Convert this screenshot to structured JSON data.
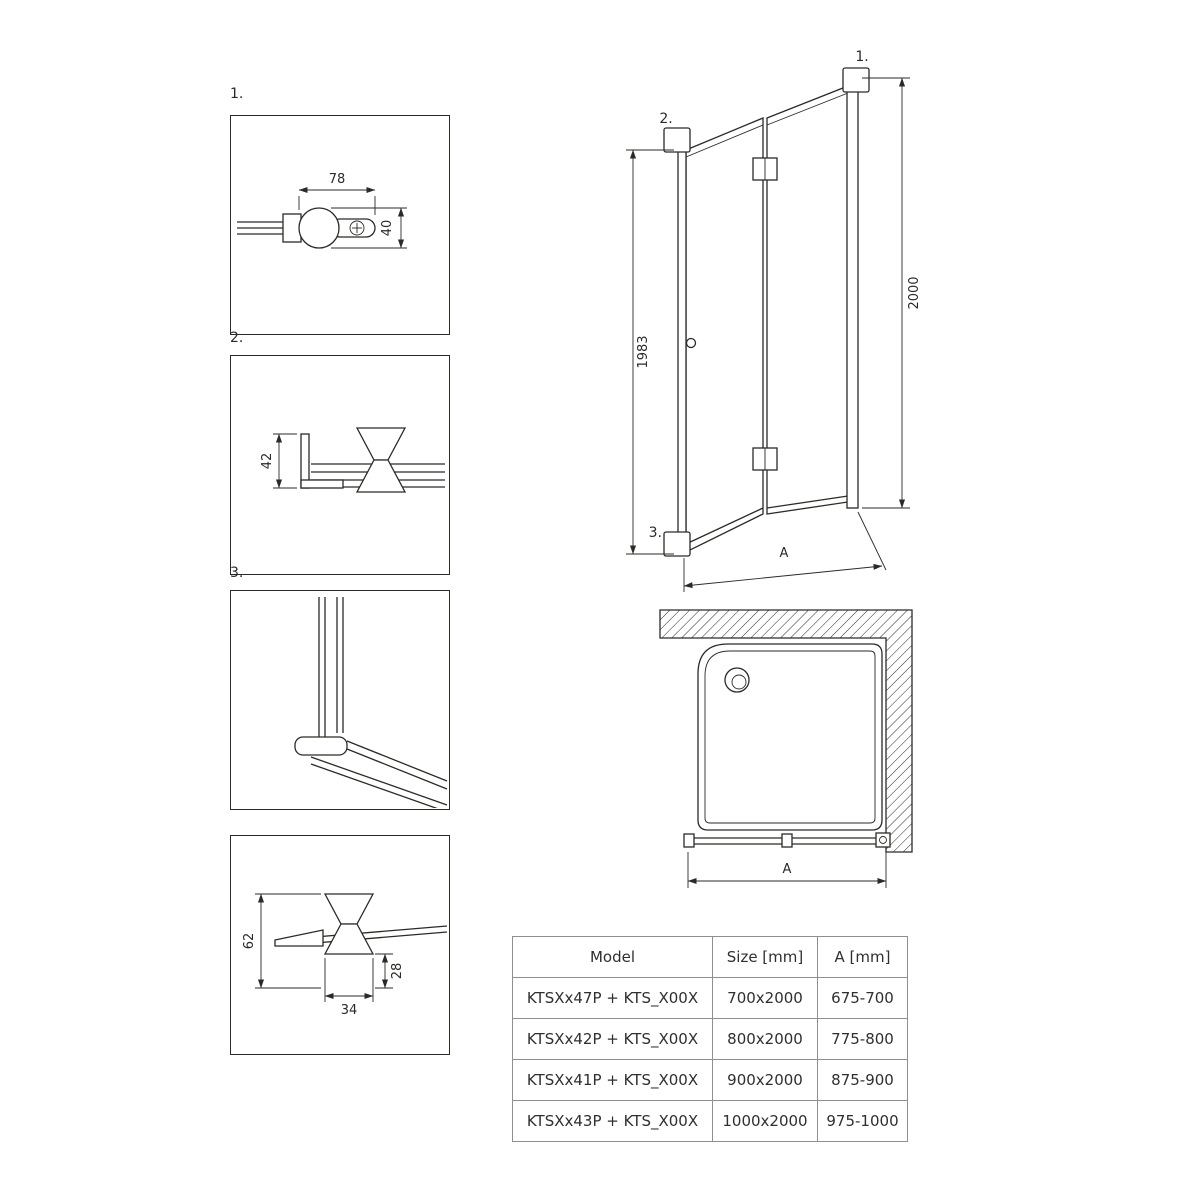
{
  "drawing": {
    "line_color": "#2d2a26",
    "background": "#ffffff"
  },
  "details": {
    "d1": {
      "label": "1.",
      "dim_width": "78",
      "dim_height": "40"
    },
    "d2": {
      "label": "2.",
      "dim_height": "42"
    },
    "d3": {
      "label": "3."
    },
    "d4": {
      "dim_total_height": "62",
      "dim_inner_height": "28",
      "dim_width": "34"
    }
  },
  "elevation": {
    "callout_1": "1.",
    "callout_2": "2.",
    "callout_3": "3.",
    "dim_height_left": "1983",
    "dim_height_right": "2000",
    "dim_width": "A"
  },
  "plan": {
    "dim_width": "A"
  },
  "spec_table": {
    "headers": [
      "Model",
      "Size [mm]",
      "A [mm]"
    ],
    "rows": [
      [
        "KTSXx47P + KTS_X00X",
        "700x2000",
        "675-700"
      ],
      [
        "KTSXx42P + KTS_X00X",
        "800x2000",
        "775-800"
      ],
      [
        "KTSXx41P + KTS_X00X",
        "900x2000",
        "875-900"
      ],
      [
        "KTSXx43P + KTS_X00X",
        "1000x2000",
        "975-1000"
      ]
    ]
  }
}
